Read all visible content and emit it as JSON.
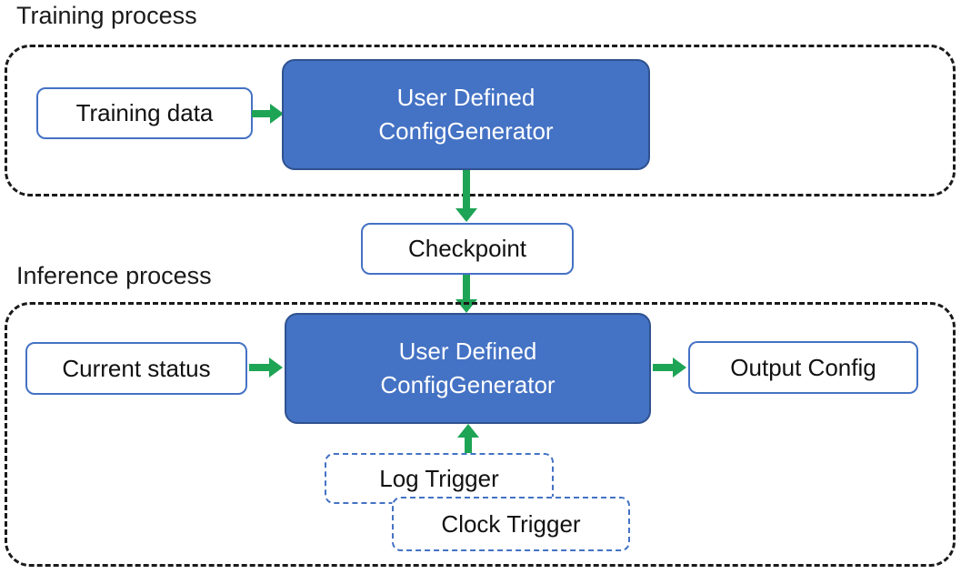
{
  "diagram": {
    "training": {
      "label": "Training process",
      "input_box": "Training data",
      "generator_line1": "User Defined",
      "generator_line2": "ConfigGenerator"
    },
    "checkpoint": "Checkpoint",
    "inference": {
      "label": "Inference process",
      "input_box": "Current status",
      "generator_line1": "User Defined",
      "generator_line2": "ConfigGenerator",
      "output_box": "Output Config",
      "log_trigger": "Log Trigger",
      "clock_trigger": "Clock Trigger"
    },
    "colors": {
      "generator_fill": "#4472C4",
      "generator_border": "#2F528F",
      "white_box_border": "#4472C4",
      "trigger_box_border": "#4472C4",
      "arrow_green": "#1EA455",
      "container_dash": "#1A1A1A"
    }
  }
}
